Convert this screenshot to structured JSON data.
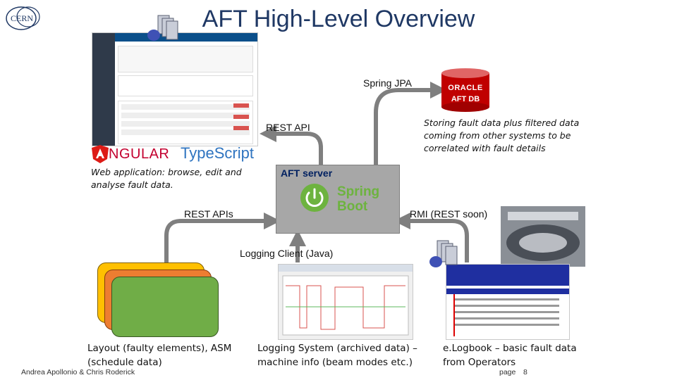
{
  "slide": {
    "title": "AFT High-Level Overview",
    "cern_logo": "CERN",
    "footer_author": "Andrea Apollonio & Chris Roderick",
    "page_label": "page",
    "page_number": "8"
  },
  "web_app": {
    "caption": "Web application: browse, edit and analyse fault data.",
    "angular_label": "NGULAR",
    "typescript_label": "TypeScript"
  },
  "database": {
    "jpa_label": "Spring JPA",
    "oracle_label": "ORACLE",
    "db_label": "AFT DB",
    "storing_note": "Storing fault data plus filtered data coming from other systems to be correlated with fault details"
  },
  "server": {
    "rest_api_label": "REST API",
    "title": "AFT server",
    "spring_label": "Spring",
    "boot_label": "Boot",
    "rest_apis_label": "REST APIs",
    "rmi_label": "RMI (REST soon)",
    "logging_client_label": "Logging Client (Java)"
  },
  "sources": {
    "layout_caption": "Layout (faulty elements), ASM (schedule data)",
    "logging_caption": "Logging System (archived data) – machine info (beam modes etc.)",
    "elogbook_caption": "e.Logbook – basic fault data from Operators"
  },
  "colors": {
    "accent_title": "#1f3864",
    "arrow_gray": "#7f7f7f",
    "spring_green": "#6db33f",
    "oracle_red": "#c00000",
    "layout_yellow": "#ffc000",
    "layout_orange": "#ed7d31",
    "layout_green": "#70ad47"
  }
}
